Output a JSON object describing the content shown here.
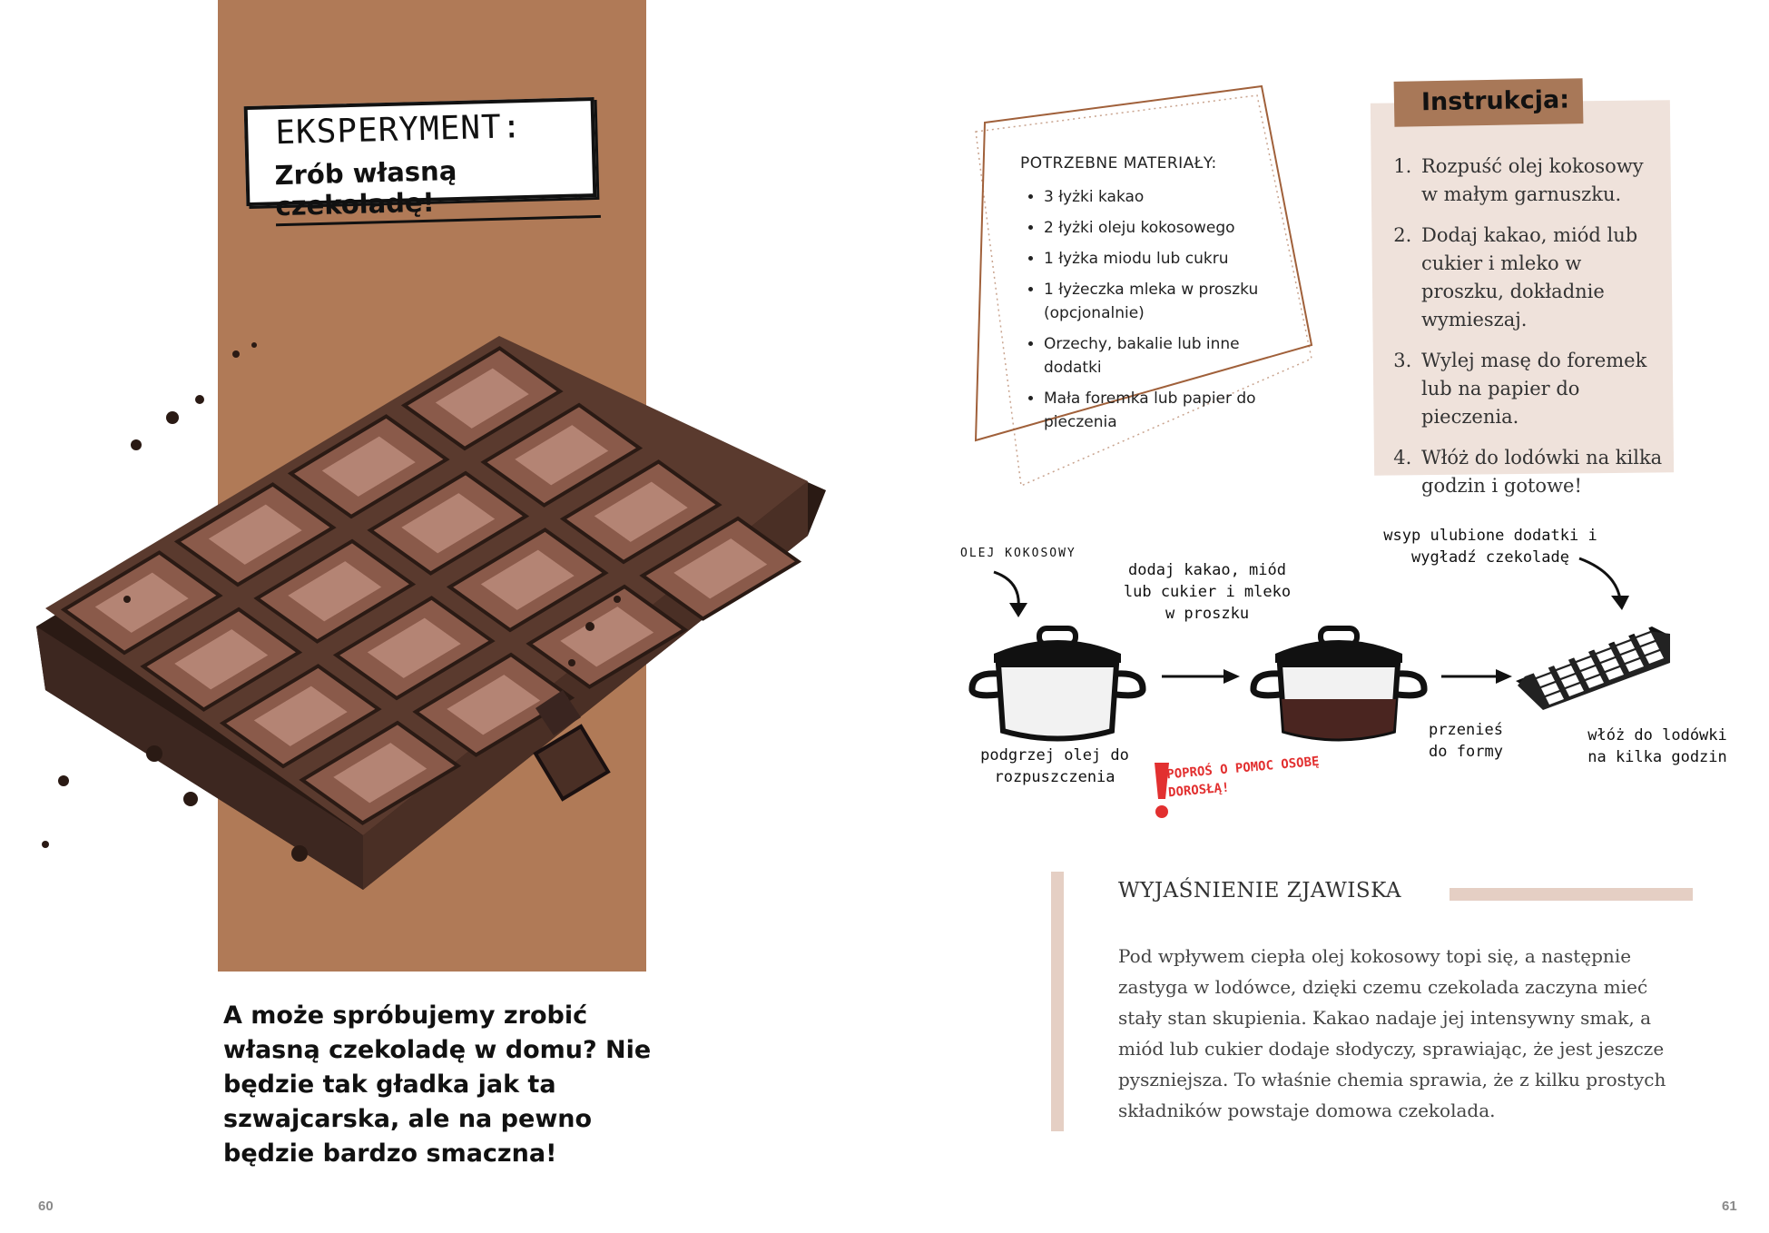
{
  "left_page": {
    "title_line1": "EKSPERYMENT:",
    "title_line2": "Zrób własną czekoladę!",
    "intro_text": "A może spróbujemy zrobić własną czekoladę w domu? Nie będzie tak gładka jak ta szwajcarska, ale na pewno będzie bardzo smaczna!",
    "page_number": "60"
  },
  "materials": {
    "heading": "POTRZEBNE MATERIAŁY:",
    "items": [
      "3 łyżki kakao",
      "2 łyżki oleju kokosowego",
      "1 łyżka miodu lub cukru",
      "1 łyżeczka mleka w proszku (opcjonalnie)",
      "Orzechy, bakalie lub inne dodatki",
      "Mała foremka lub papier do pieczenia"
    ]
  },
  "instructions": {
    "heading": "Instrukcja:",
    "steps": [
      "Rozpuść olej kokosowy w małym garnuszku.",
      "Dodaj kakao, miód lub cukier i mleko w proszku, dokładnie wymieszaj.",
      "Wylej masę do foremek lub na papier do pieczenia.",
      "Włóż do lodówki na kilka godzin i gotowe!"
    ]
  },
  "process": {
    "label_oil": "OLEJ KOKOSOWY",
    "label_add": "dodaj kakao, miód lub cukier i mleko w proszku",
    "label_sprinkle": "wsyp ulubione dodatki i wygładź czekoladę",
    "label_heat": "podgrzej olej do rozpuszczenia",
    "label_transfer": "przenieś do formy",
    "label_fridge": "włóż do lodówki na kilka godzin",
    "warning": "POPROŚ O POMOC OSOBĘ DOROSŁĄ!"
  },
  "explanation": {
    "heading": "WYJAŚNIENIE ZJAWISKA",
    "body": "Pod wpływem ciepła olej kokosowy topi się, a następnie zastyga w lodówce, dzięki czemu czekolada zaczyna mieć stały stan skupienia. Kakao nadaje jej intensywny smak, a miód lub cukier dodaje słodyczy, sprawiając, że jest jeszcze pyszniejsza. To właśnie chemia sprawia, że z kilku prostych składników powstaje domowa czekolada."
  },
  "right_page": {
    "page_number": "61"
  },
  "colors": {
    "band": "#b07a57",
    "tag": "#a87858",
    "instruction_bg": "#efe2db",
    "explanation_accent": "#e5cfc4",
    "materials_frame": "#a0603a",
    "warning": "#e23030"
  }
}
